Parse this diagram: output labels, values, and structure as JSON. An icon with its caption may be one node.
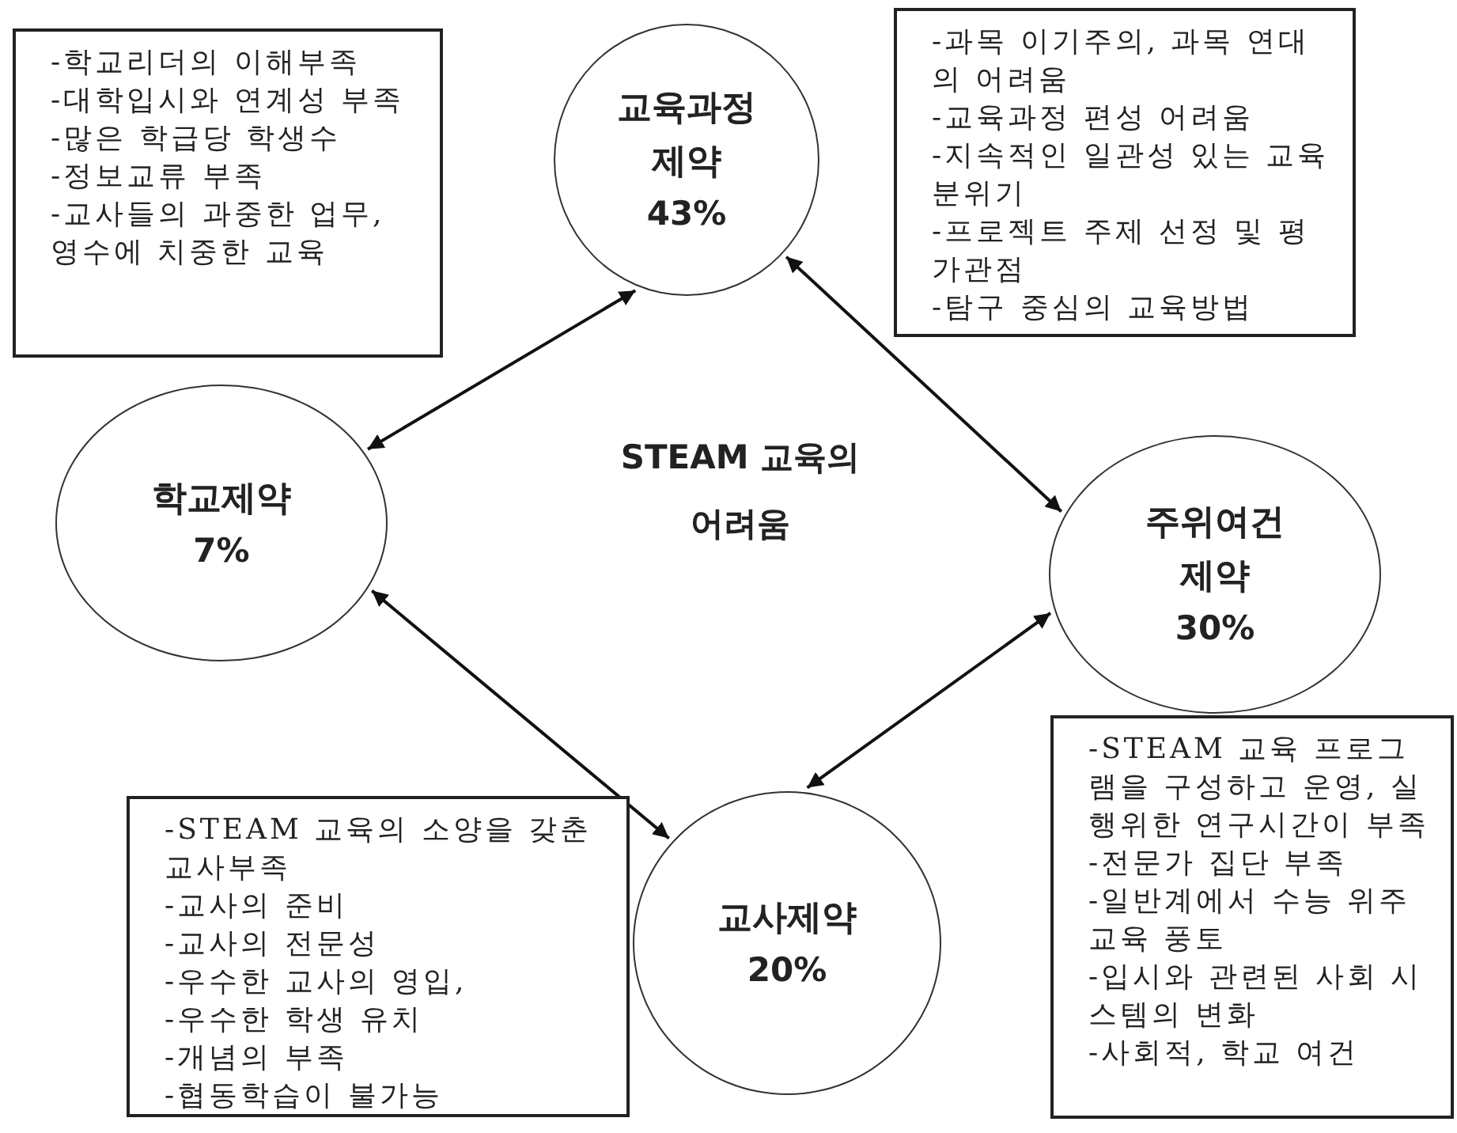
{
  "diagram": {
    "nodes": [
      {
        "text": [
          "-학교리더의 이해부족",
          "-대학입시와 연계성 부족",
          "-많은 학급당 학생수",
          "-정보교류 부족",
          "-교사들의 과중한 업무, 영수에 치중한 교육"
        ]
      },
      {
        "text": [
          "교육과정 제약",
          "43%"
        ]
      },
      {
        "text": [
          "-과목 이기주의, 과목 연대의 어려움",
          "-교육과정 편성 어려움",
          "-지속적인 일관성 있는 교육분위기",
          "-프로젝트 주제 선정 및 평가관점",
          "-탐구 중심의 교육방법"
        ]
      },
      {
        "text": [
          "학교제약",
          "7%"
        ]
      },
      {
        "text": [
          "주위여건 제약",
          "30%"
        ]
      },
      {
        "text": [
          "-STEAM 교육의 소양을 갖춘 교사부족",
          "-교사의 준비",
          "-교사의 전문성",
          "-우수한 교사의 영입,",
          "-우수한 학생 유치",
          "-개념의 부족",
          "-협동학습이 불가능"
        ]
      },
      {
        "text": [
          "교사제약",
          "20%"
        ]
      },
      {
        "text": [
          "-STEAM 교육 프로그램을 구성하고 운영, 실행위한 연구시간이 부족",
          "-전문가 집단 부족",
          "-일반계에서 수능 위주 교육 풍토",
          "-입시와 관련된 사회 시스템의 변화",
          "-사회적, 학교 여건"
        ]
      }
    ],
    "edges": [
      {
        "from": 3,
        "to": 1,
        "arrow": "both"
      },
      {
        "from": 1,
        "to": 4,
        "arrow": "both"
      },
      {
        "from": 3,
        "to": 6,
        "arrow": "both"
      },
      {
        "from": 6,
        "to": 4,
        "arrow": "both"
      }
    ],
    "labels": [
      "STEAM 교육의 어려움"
    ]
  }
}
